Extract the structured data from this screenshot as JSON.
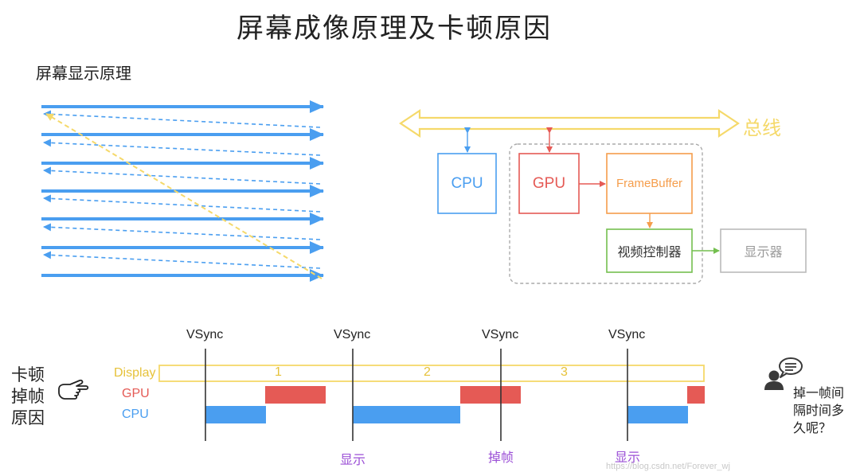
{
  "title": "屏幕成像原理及卡顿原因",
  "scan": {
    "title": "屏幕显示原理"
  },
  "arch": {
    "bus_label": "总线",
    "cpu_label": "CPU",
    "gpu_label": "GPU",
    "framebuffer_label": "FrameBuffer",
    "video_controller_label": "视频控制器",
    "display_label": "显示器"
  },
  "timeline": {
    "vsync_labels": [
      "VSync",
      "VSync",
      "VSync",
      "VSync"
    ],
    "rows": {
      "display": "Display",
      "gpu": "GPU",
      "cpu": "CPU"
    },
    "frame_numbers": [
      "1",
      "2",
      "3"
    ],
    "bottom_marks": [
      "显示",
      "掉帧",
      "显示"
    ],
    "side_text": "卡顿\n掉帧\n原因",
    "question": "掉一帧间\n隔时间多\n久呢？",
    "watermark": "https://blog.csdn.net/Forever_wj"
  },
  "colors": {
    "blue": "#4a9ef0",
    "red": "#e55a55",
    "orange": "#f59d4b",
    "green": "#74bf4f",
    "yellow": "#f5d96a",
    "gray": "#aaaaaa",
    "purple": "#9b4fd6"
  }
}
